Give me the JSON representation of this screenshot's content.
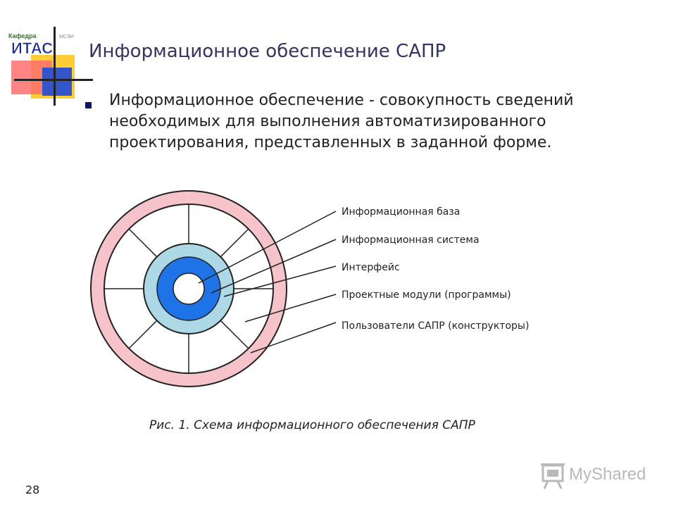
{
  "header": {
    "logo_caption": "Кафедра",
    "logo_text": "ИТАС",
    "logo_small": "МСЭИ",
    "title": "Информационное обеспечение САПР"
  },
  "bullet": {
    "text": "Информационное обеспечение - совокупность сведений необходимых для выполнения автоматизированного проектирования, представленных в заданной форме."
  },
  "diagram": {
    "labels": [
      "Информационная база",
      "Информационная система",
      "Интерфейс",
      "Проектные модули (программы)",
      "Пользователи САПР (конструкторы)"
    ],
    "colors": {
      "outer_ring": "#f5c3c9",
      "module_area": "#ffffff",
      "interface_ring": "#add8e6",
      "system_ring": "#1e73e6",
      "base_core": "#ffffff"
    }
  },
  "caption": "Рис. 1. Схема информационного обеспечения САПР",
  "page_number": "28",
  "watermark": "MyShared"
}
